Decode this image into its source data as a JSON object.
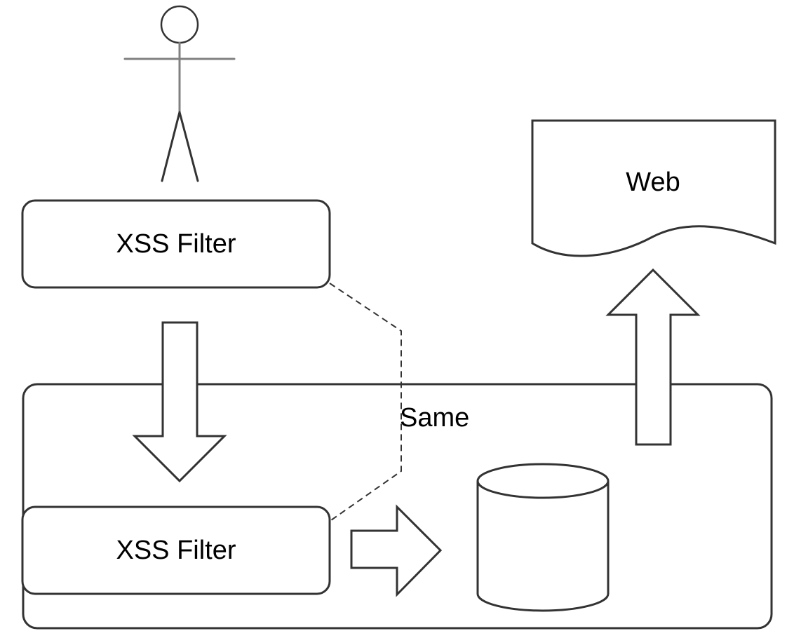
{
  "diagram": {
    "filter_top_label": "XSS Filter",
    "filter_bottom_label": "XSS Filter",
    "container_label": "Same",
    "web_label": "Web"
  },
  "colors": {
    "stroke": "#333333",
    "actor_stroke": "#808080",
    "fill": "#ffffff",
    "text": "#000000"
  }
}
